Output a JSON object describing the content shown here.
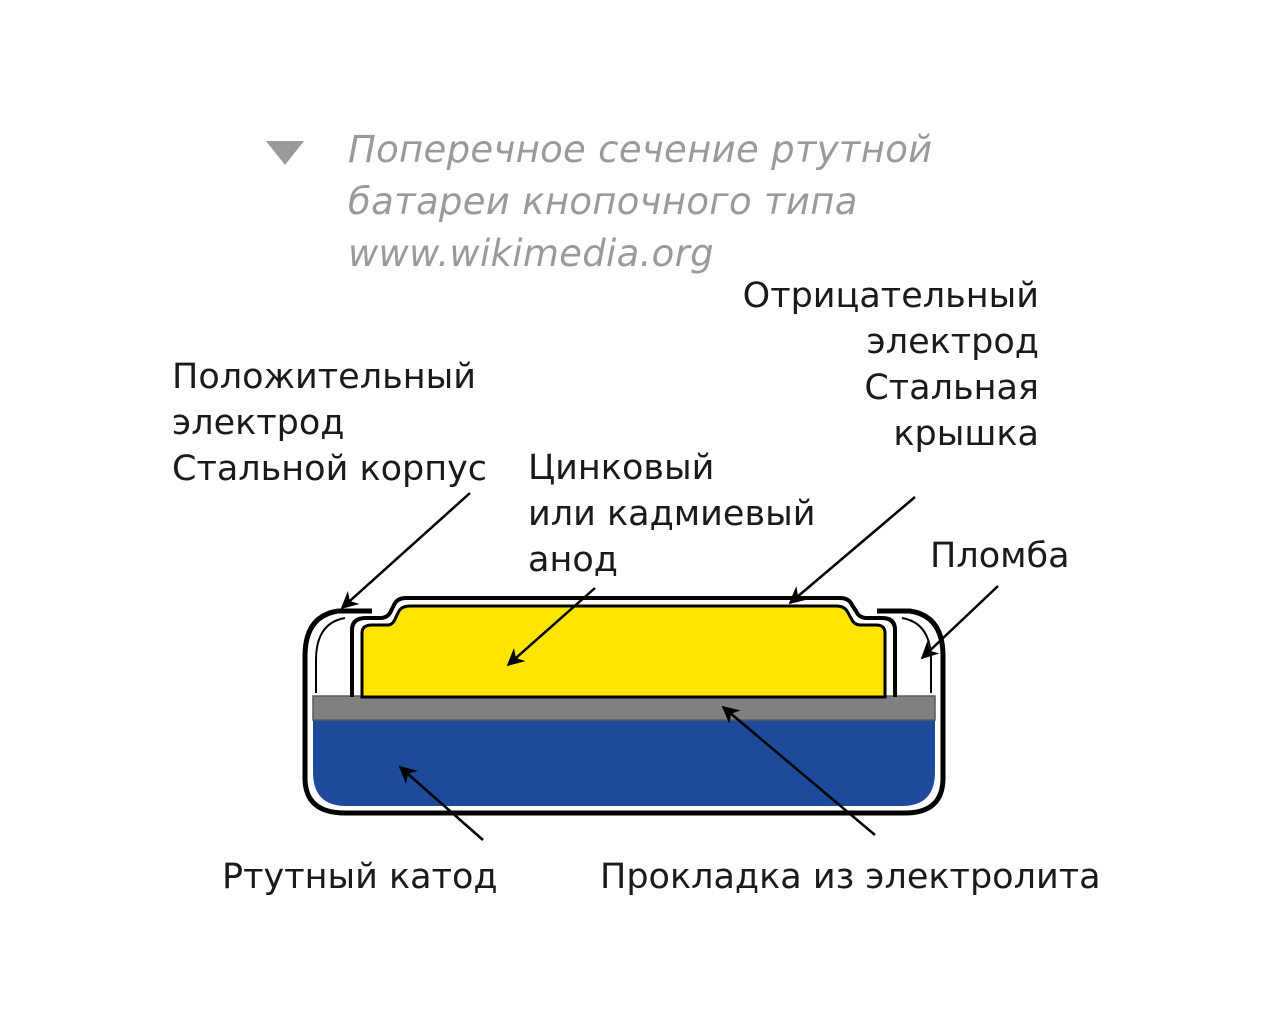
{
  "caption": {
    "lines": [
      "Поперечное сечение ртутной",
      "батареи кнопочного типа",
      "www.wikimedia.org"
    ]
  },
  "labels": {
    "positive_electrode": [
      "Положительный",
      "электрод",
      "Стальной корпус"
    ],
    "negative_electrode": [
      "Отрицательный",
      "электрод",
      "Стальная",
      "крышка"
    ],
    "anode": [
      "Цинковый",
      "или кадмиевый",
      "анод"
    ],
    "seal": "Пломба",
    "cathode": "Ртутный катод",
    "electrolyte": "Прокладка из электролита"
  },
  "colors": {
    "anode_fill": "#FFE500",
    "cathode_fill": "#1E4A9C",
    "electrolyte_fill": "#808080",
    "outline": "#000000",
    "caption_text": "#9a9a9a"
  }
}
